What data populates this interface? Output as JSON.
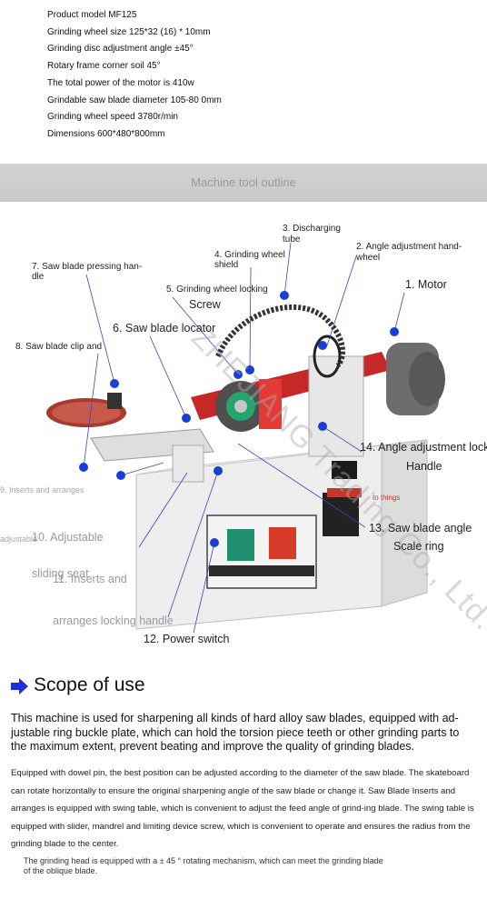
{
  "specs": [
    "Product model MF125",
    "Grinding wheel size 125*32 (16) * 10mm",
    "Grinding disc adjustment angle ±45°",
    "Rotary frame corner soil 45°",
    "The total power of the motor is 410w",
    "Grindable saw blade diameter 105-80 0mm",
    "Grinding wheel speed 3780r/min",
    "Dimensions 600*480*800mm"
  ],
  "outline_title": "Machine tool outline",
  "labels": {
    "l1": "1. Motor",
    "l2a": "2. Angle adjustment hand-",
    "l2b": "wheel",
    "l3a": "3. Discharging",
    "l3b": "tube",
    "l4a": "4. Grinding wheel",
    "l4b": "shield",
    "l5a": "5. Grinding wheel locking",
    "l5b": "Screw",
    "l6": "6. Saw blade locator",
    "l7a": "7. Saw blade pressing han-",
    "l7b": "dle",
    "l8": "8. Saw blade clip and",
    "l9": "9. Inserts and arranges",
    "l10a": "adjustable",
    "l10b": "10. Adjustable",
    "l10c": "sliding seat",
    "l11a": "11. Inserts and",
    "l11b": "arranges locking handle",
    "l12": "12. Power switch",
    "l13a": "13. Saw blade angle",
    "l13b": "Scale ring",
    "l14a": "14. Angle adjustment lock",
    "l14b": "Handle",
    "to_things": "to things",
    "watermark": "ZHEJIANG Trading Co., Ltd."
  },
  "scope": {
    "title": "Scope of use",
    "intro": "This machine is used for sharpening all kinds of hard alloy saw blades, equipped with ad-justable ring buckle plate, which can hold the torsion piece teeth or other grinding parts to the maximum extent, prevent beating and improve the quality of grinding blades.",
    "detail": "Equipped with dowel pin, the best position can be adjusted according to the diameter of the saw blade. The skateboard can rotate horizontally to ensure the original sharpening angle of the saw blade or change it. Saw Blade Inserts and arranges is equipped with swing table, which is convenient to adjust the feed angle of grind-ing blade. The swing table is equipped with slider, mandrel and limiting device screw, which is convenient to operate and ensures the radius from the grinding blade to the center.",
    "note": "The grinding head is equipped with a ± 45 ° rotating mechanism, which can meet the grinding blade of the oblique blade."
  },
  "colors": {
    "dot": "#1a3fd6",
    "arrow": "#1c2fd8",
    "banner": "#cfcfcf"
  }
}
